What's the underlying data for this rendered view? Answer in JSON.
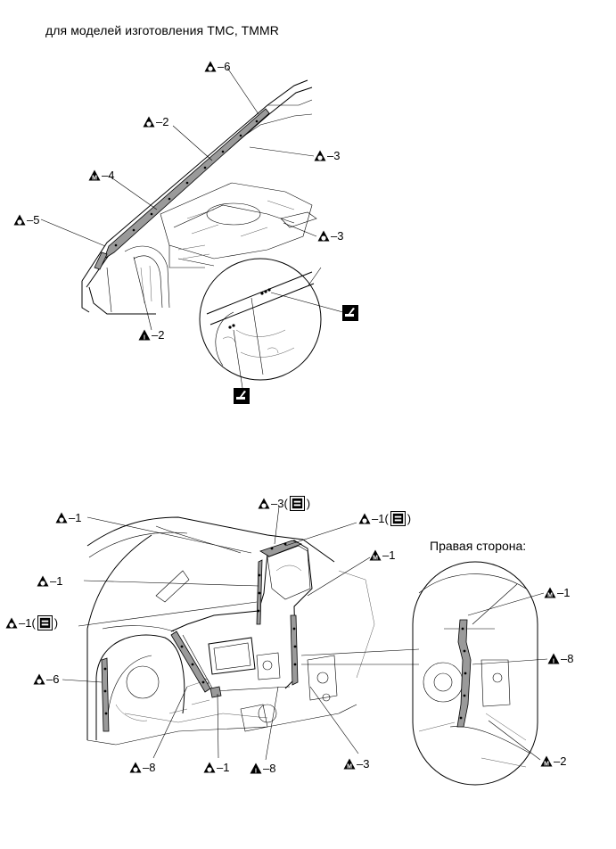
{
  "header": {
    "text": "для моделей изготовления TMC, TMMR"
  },
  "right_side_label": "Правая сторона:",
  "symbols": {
    "O": "circle-o-triangle-icon",
    "M": "m-triangle-icon",
    "I": "i-triangle-icon",
    "sealer_tool": "sealer-applicator-icon"
  },
  "top_callouts": [
    {
      "symbol": "O",
      "text": "–6"
    },
    {
      "symbol": "O",
      "text": "–2"
    },
    {
      "symbol": "O",
      "text": "–3"
    },
    {
      "symbol": "M",
      "text": "–4"
    },
    {
      "symbol": "O",
      "text": "–5"
    },
    {
      "symbol": "O",
      "text": "–3"
    },
    {
      "symbol": "I",
      "text": "–2"
    }
  ],
  "bottom_callouts": [
    {
      "symbol": "O",
      "text": "–1"
    },
    {
      "symbol": "O",
      "text": "–3("
    },
    {
      "symbol": "O",
      "text": "–1("
    },
    {
      "symbol": "M",
      "text": "–1"
    },
    {
      "symbol": "O",
      "text": "–1"
    },
    {
      "symbol": "O",
      "text": "–1("
    },
    {
      "symbol": "O",
      "text": "–6"
    },
    {
      "symbol": "O",
      "text": "–8"
    },
    {
      "symbol": "O",
      "text": "–1"
    },
    {
      "symbol": "I",
      "text": "–8"
    },
    {
      "symbol": "M",
      "text": "–3"
    }
  ],
  "inset_callouts": [
    {
      "symbol": "M",
      "text": "–1"
    },
    {
      "symbol": "I",
      "text": "–8"
    },
    {
      "symbol": "M",
      "text": "–2"
    }
  ],
  "close_paren": ")"
}
